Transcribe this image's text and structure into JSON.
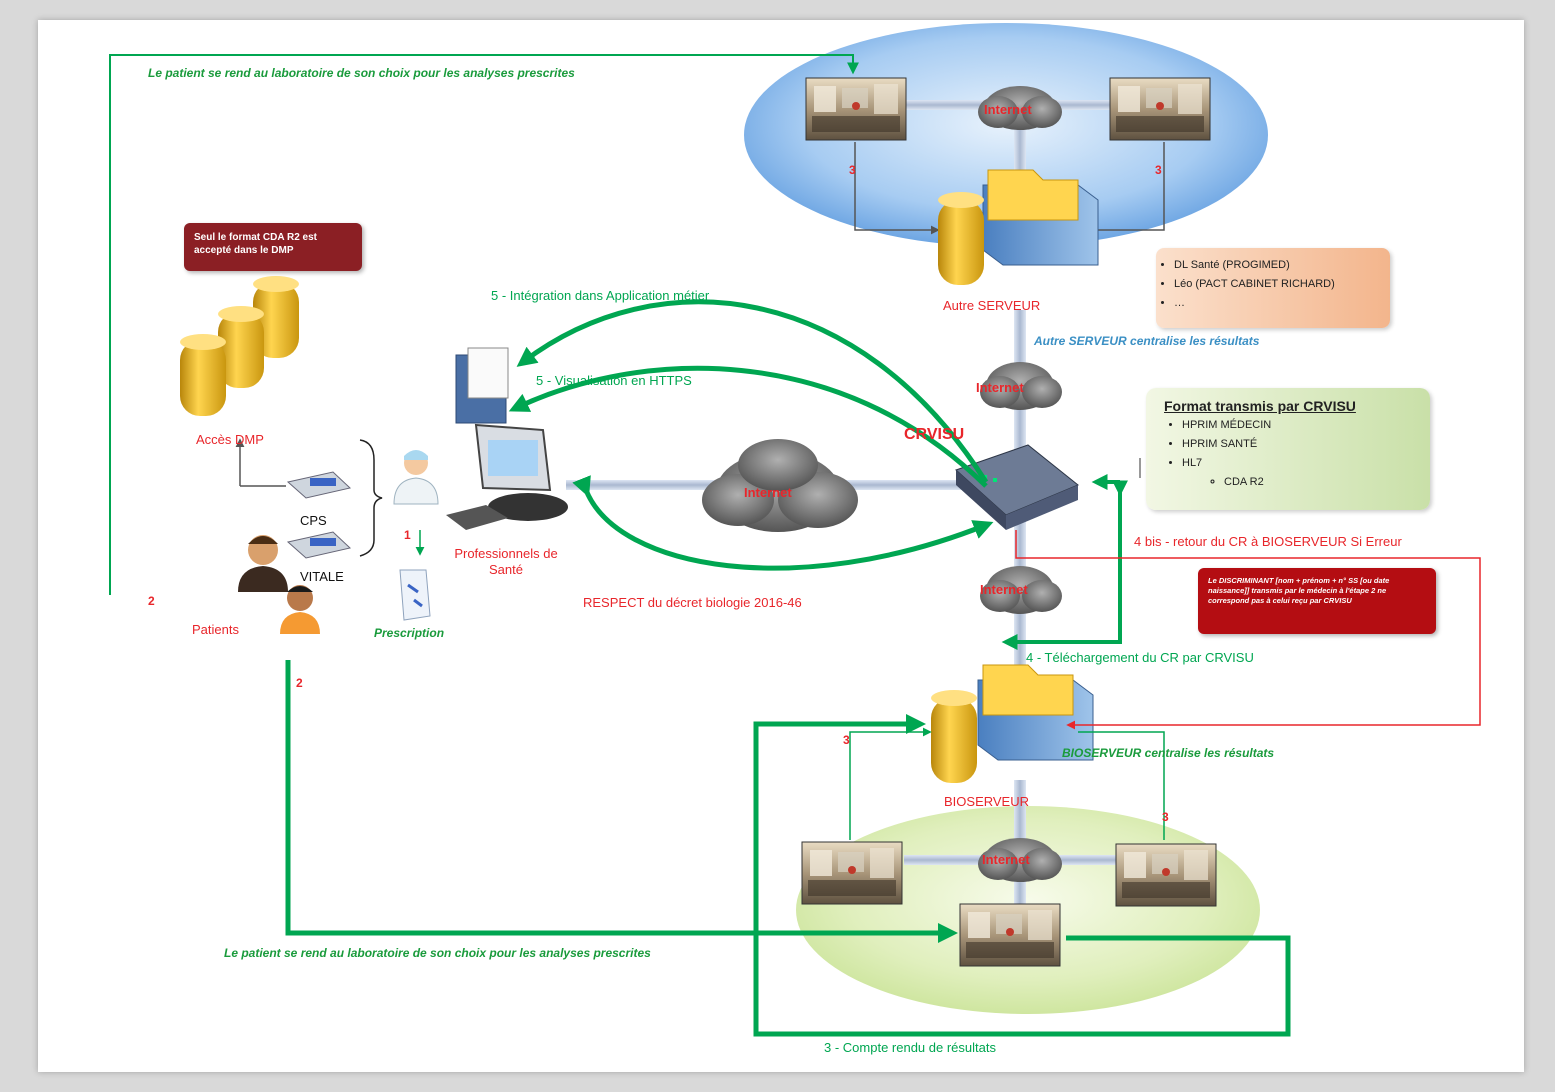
{
  "top_path_text": "Le patient se rend au laboratoire de son choix pour les analyses prescrites",
  "bottom_path_text": "Le patient se rend au laboratoire de son choix pour les analyses prescrites",
  "note_cda": "Seul le format CDA R2 est accepté dans le DMP",
  "acces_dmp": "Accès DMP",
  "cps": "CPS",
  "vitale": "VITALE",
  "patients": "Patients",
  "prescription": "Prescription",
  "professionnels": "Professionnels de Santé",
  "crvisu": "CRVISU",
  "autre_serveur": "Autre SERVEUR",
  "autre_serveur_note": "Autre SERVEUR centralise les résultats",
  "bioserveur": "BIOSERVEUR",
  "bioserveur_note": "BIOSERVEUR centralise les résultats",
  "internet": "Internet",
  "step_integration": "5 - Intégration dans Application métier",
  "step_visualisation": "5 - Visualisation en HTTPS",
  "respect": "RESPECT du décret biologie 2016-46",
  "step_retour": "4 bis - retour du CR à BIOSERVEUR Si Erreur",
  "step_telechargement": "4 - Téléchargement du CR par CRVISU",
  "step_compte_rendu": "3 - Compte rendu de résultats",
  "discriminant_note": "Le DISCRIMINANT [nom + prénom + n° SS [ou date naissance]] transmis par le médecin à l'étape 2 ne correspond pas à celui reçu par CRVISU",
  "numbers": {
    "one": "1",
    "two": "2",
    "three": "3"
  },
  "orange_box": {
    "items": [
      "DL Santé (PROGIMED)",
      "Léo (PACT CABINET RICHARD)",
      "…"
    ]
  },
  "format_box": {
    "title": "Format transmis par CRVISU",
    "items": [
      "HPRIM MÉDECIN",
      "HPRIM SANTÉ",
      "HL7"
    ],
    "subitem": "CDA R2"
  },
  "colors": {
    "green": "#00a651",
    "red": "#e8262b",
    "blue_text": "#3a8fc4",
    "pipe": "#aab8d0"
  }
}
